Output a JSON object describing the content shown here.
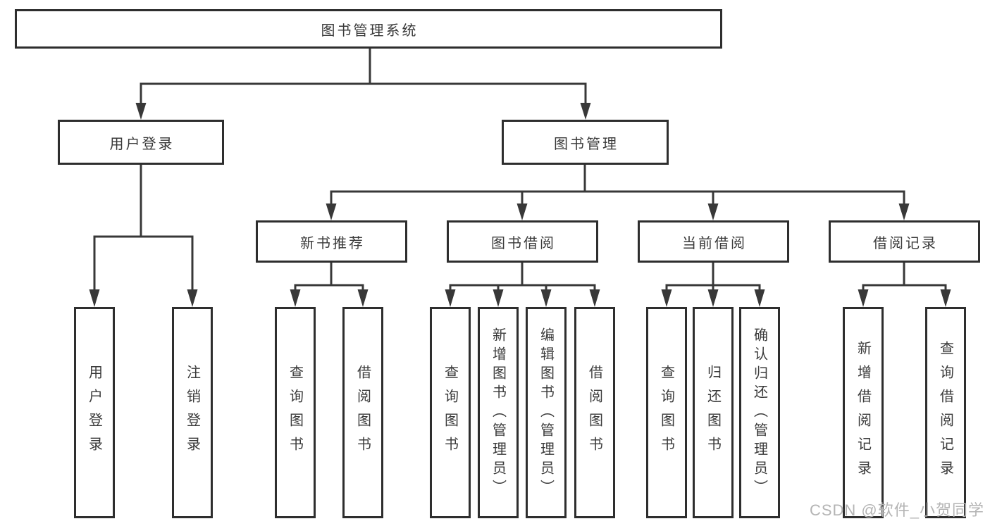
{
  "diagram": {
    "title": "图书管理系统",
    "level2": [
      {
        "label": "用户登录"
      },
      {
        "label": "图书管理"
      }
    ],
    "level3": [
      {
        "label": "新书推荐",
        "parent": "图书管理"
      },
      {
        "label": "图书借阅",
        "parent": "图书管理"
      },
      {
        "label": "当前借阅",
        "parent": "图书管理"
      },
      {
        "label": "借阅记录",
        "parent": "图书管理"
      }
    ],
    "leaves": [
      {
        "label": "用户登录",
        "parent": "用户登录"
      },
      {
        "label": "注销登录",
        "parent": "用户登录"
      },
      {
        "label": "查询图书",
        "parent": "新书推荐"
      },
      {
        "label": "借阅图书",
        "parent": "新书推荐"
      },
      {
        "label": "查询图书",
        "parent": "图书借阅"
      },
      {
        "label": "新增图书（管理员）",
        "parent": "图书借阅"
      },
      {
        "label": "编辑图书（管理员）",
        "parent": "图书借阅"
      },
      {
        "label": "借阅图书",
        "parent": "图书借阅"
      },
      {
        "label": "查询图书",
        "parent": "当前借阅"
      },
      {
        "label": "归还图书",
        "parent": "当前借阅"
      },
      {
        "label": "确认归还（管理员）",
        "parent": "当前借阅"
      },
      {
        "label": "新增借阅记录",
        "parent": "借阅记录"
      },
      {
        "label": "查询借阅记录",
        "parent": "借阅记录"
      }
    ]
  },
  "watermark": {
    "text": "CSDN @软件_小贺同学"
  },
  "colors": {
    "line": "#383838",
    "box_border": "#2e2e2e",
    "text": "#3a3a3a",
    "watermark": "#b4b4b4",
    "background": "#ffffff"
  }
}
